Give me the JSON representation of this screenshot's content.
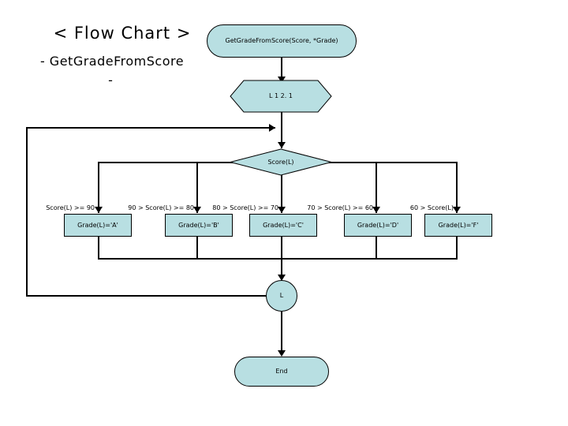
{
  "title": {
    "main": "< Flow Chart >",
    "sub": "- GetGradeFromScore",
    "sub2": "-"
  },
  "colors": {
    "shape_fill": "#b8dfe2",
    "shape_stroke": "#000000",
    "line": "#000000",
    "background": "#ffffff",
    "text": "#000000"
  },
  "nodes": {
    "start": {
      "label": "GetGradeFromScore(Score, *Grade)",
      "shape": "terminal"
    },
    "input": {
      "label": "L 1 2. 1",
      "shape": "hexagon"
    },
    "decision": {
      "label": "Score(L)",
      "shape": "diamond"
    },
    "loop_connector": {
      "label": "L",
      "shape": "circle"
    },
    "end": {
      "label": "End",
      "shape": "terminal"
    }
  },
  "branches": [
    {
      "condition": "Score(L) >= 90",
      "action": "Grade(L)='A'"
    },
    {
      "condition": "90 > Score(L) >= 80",
      "action": "Grade(L)='B'"
    },
    {
      "condition": "80 > Score(L) >= 70",
      "action": "Grade(L)='C'"
    },
    {
      "condition": "70 > Score(L) >= 60",
      "action": "Grade(L)='D'"
    },
    {
      "condition": "60 > Score(L)",
      "action": "Grade(L)='F'"
    }
  ]
}
